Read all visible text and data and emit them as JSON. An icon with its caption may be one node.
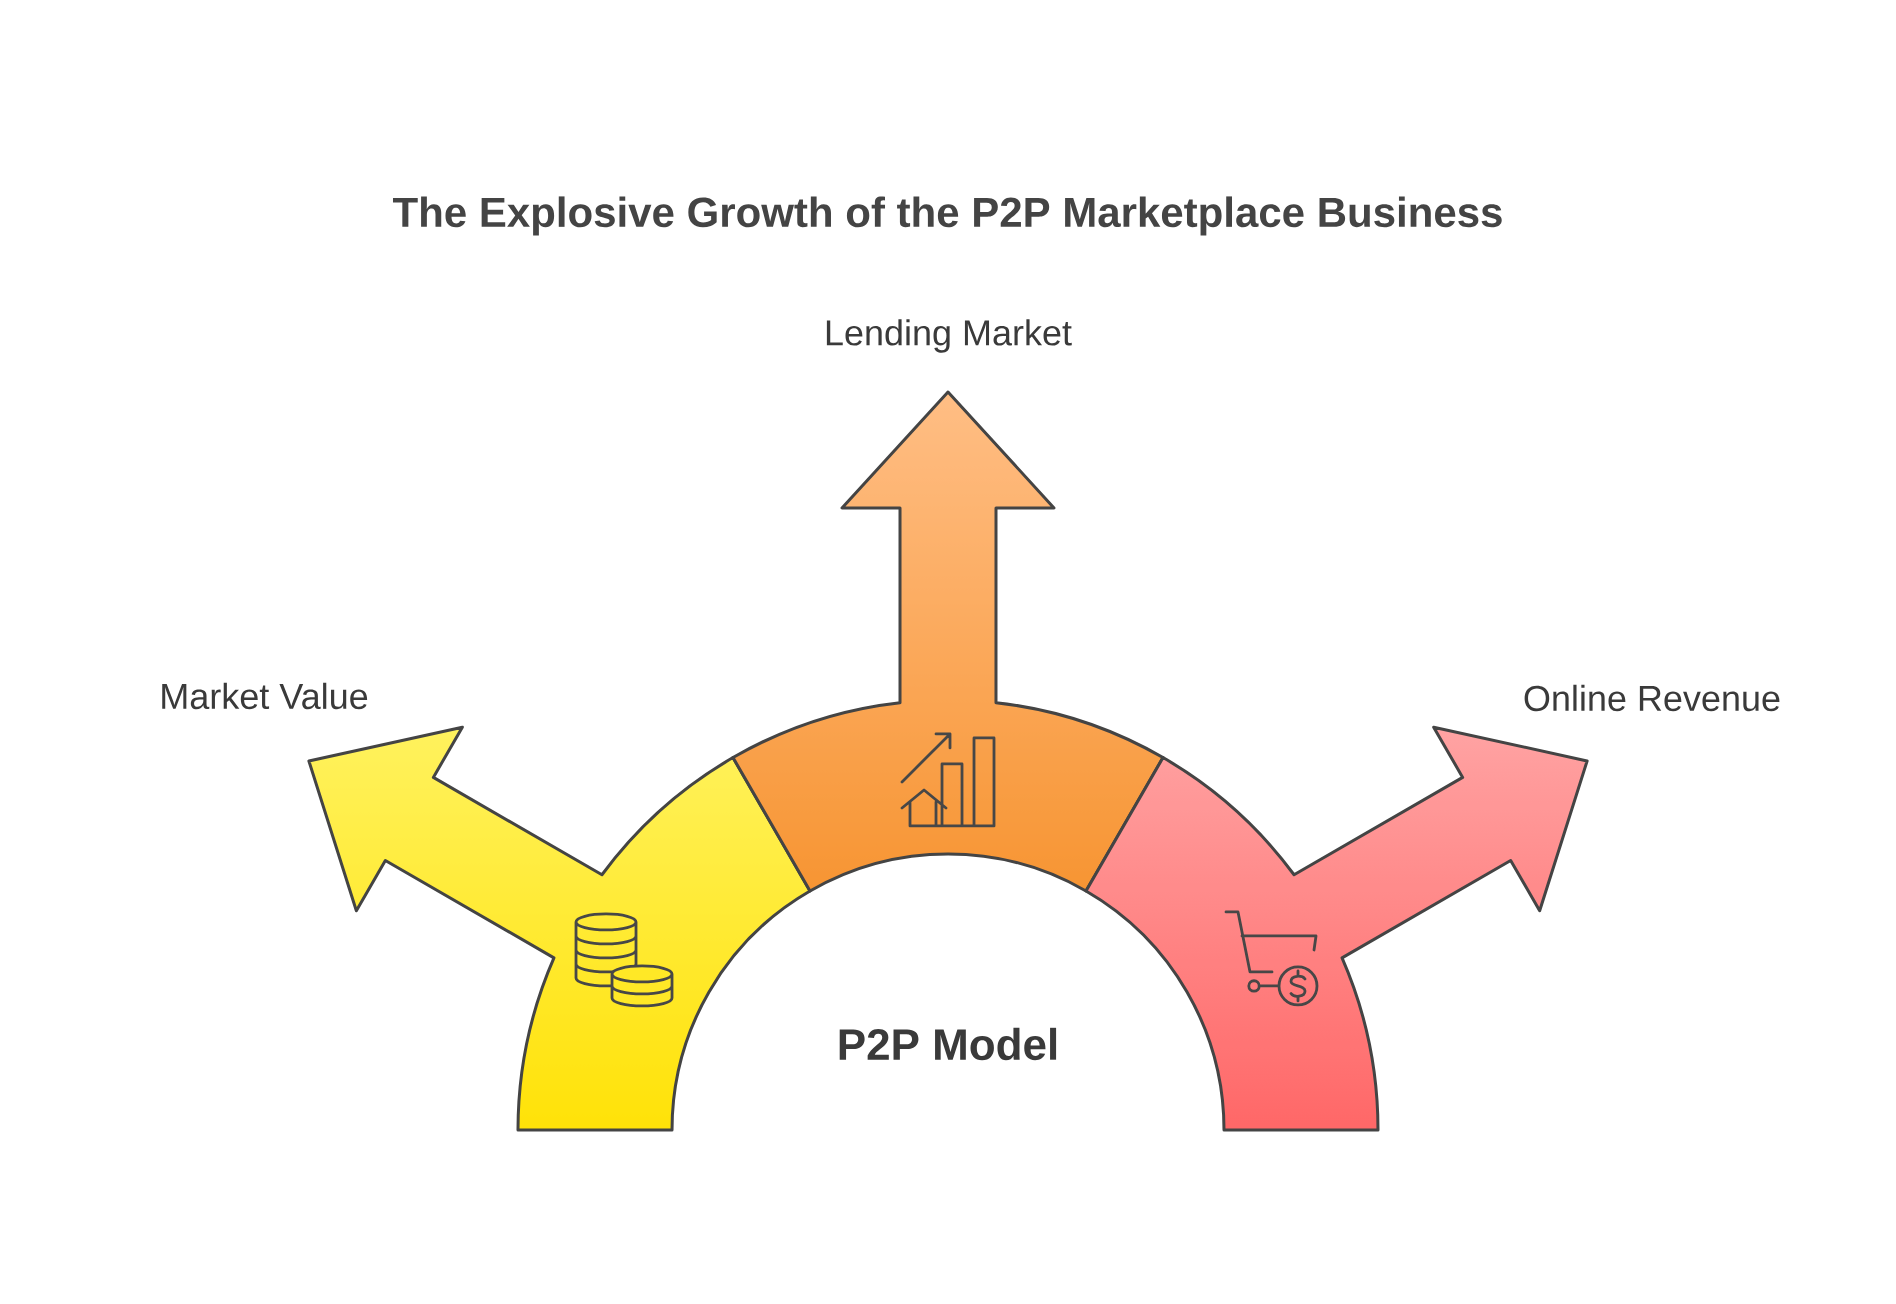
{
  "diagram": {
    "title": "The Explosive Growth of the P2P Marketplace Business",
    "nodes": [
      {
        "text": [
          "Market Value"
        ]
      },
      {
        "text": [
          "Lending Market"
        ]
      },
      {
        "text": [
          "Online Revenue"
        ]
      }
    ],
    "labels": [
      "P2P Model"
    ]
  }
}
